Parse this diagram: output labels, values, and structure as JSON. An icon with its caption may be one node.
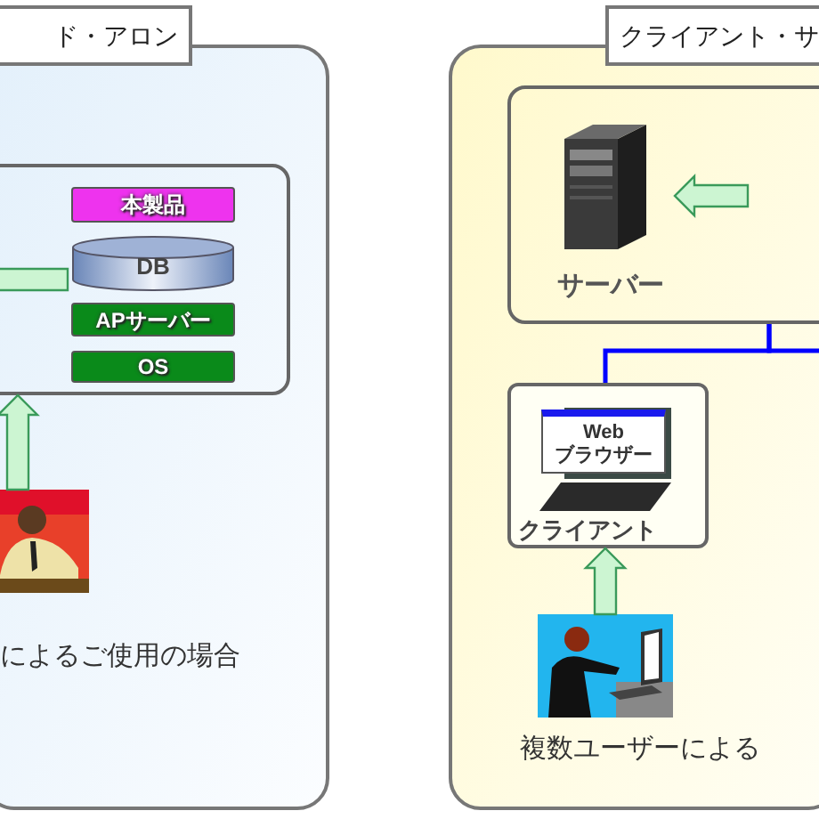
{
  "diagram": {
    "nodes": [
      {
        "text": [
          "ド・アロン"
        ]
      },
      {
        "text": [],
        "shape": "box",
        "in": 0
      },
      {
        "text": [
          "本製品"
        ],
        "in": 1
      },
      {
        "text": [
          "DB"
        ],
        "in": 1
      },
      {
        "text": [
          "APサーバー"
        ],
        "in": 1
      },
      {
        "text": [
          "OS"
        ],
        "in": 1
      },
      {
        "text": [],
        "shape": "picture",
        "in": 0
      },
      {
        "text": [
          "クライアント・サ"
        ]
      },
      {
        "text": [],
        "shape": "box",
        "in": 7
      },
      {
        "text": [
          "サーバー"
        ],
        "in": 8
      },
      {
        "text": [
          "クライアント"
        ],
        "in": 7
      },
      {
        "text": [
          "Web ブラウザー"
        ],
        "in": 10
      },
      {
        "text": [],
        "shape": "picture",
        "in": 7
      }
    ],
    "labels": [
      "によるご使用の場合",
      "複数ユーザーによる"
    ],
    "edges": [
      {
        "from": 3,
        "to": null,
        "arrow": "to",
        "style": "thick"
      },
      {
        "from": 6,
        "to": 1,
        "arrow": "to",
        "style": "thick"
      },
      {
        "from": null,
        "to": 9,
        "arrow": "to",
        "style": "thick"
      },
      {
        "from": 8,
        "to": 10,
        "arrow": "none",
        "color": "#0000ff"
      },
      {
        "from": 8,
        "to": null,
        "arrow": "none",
        "color": "#0000ff"
      },
      {
        "from": 12,
        "to": 10,
        "arrow": "to",
        "style": "thick"
      }
    ]
  }
}
